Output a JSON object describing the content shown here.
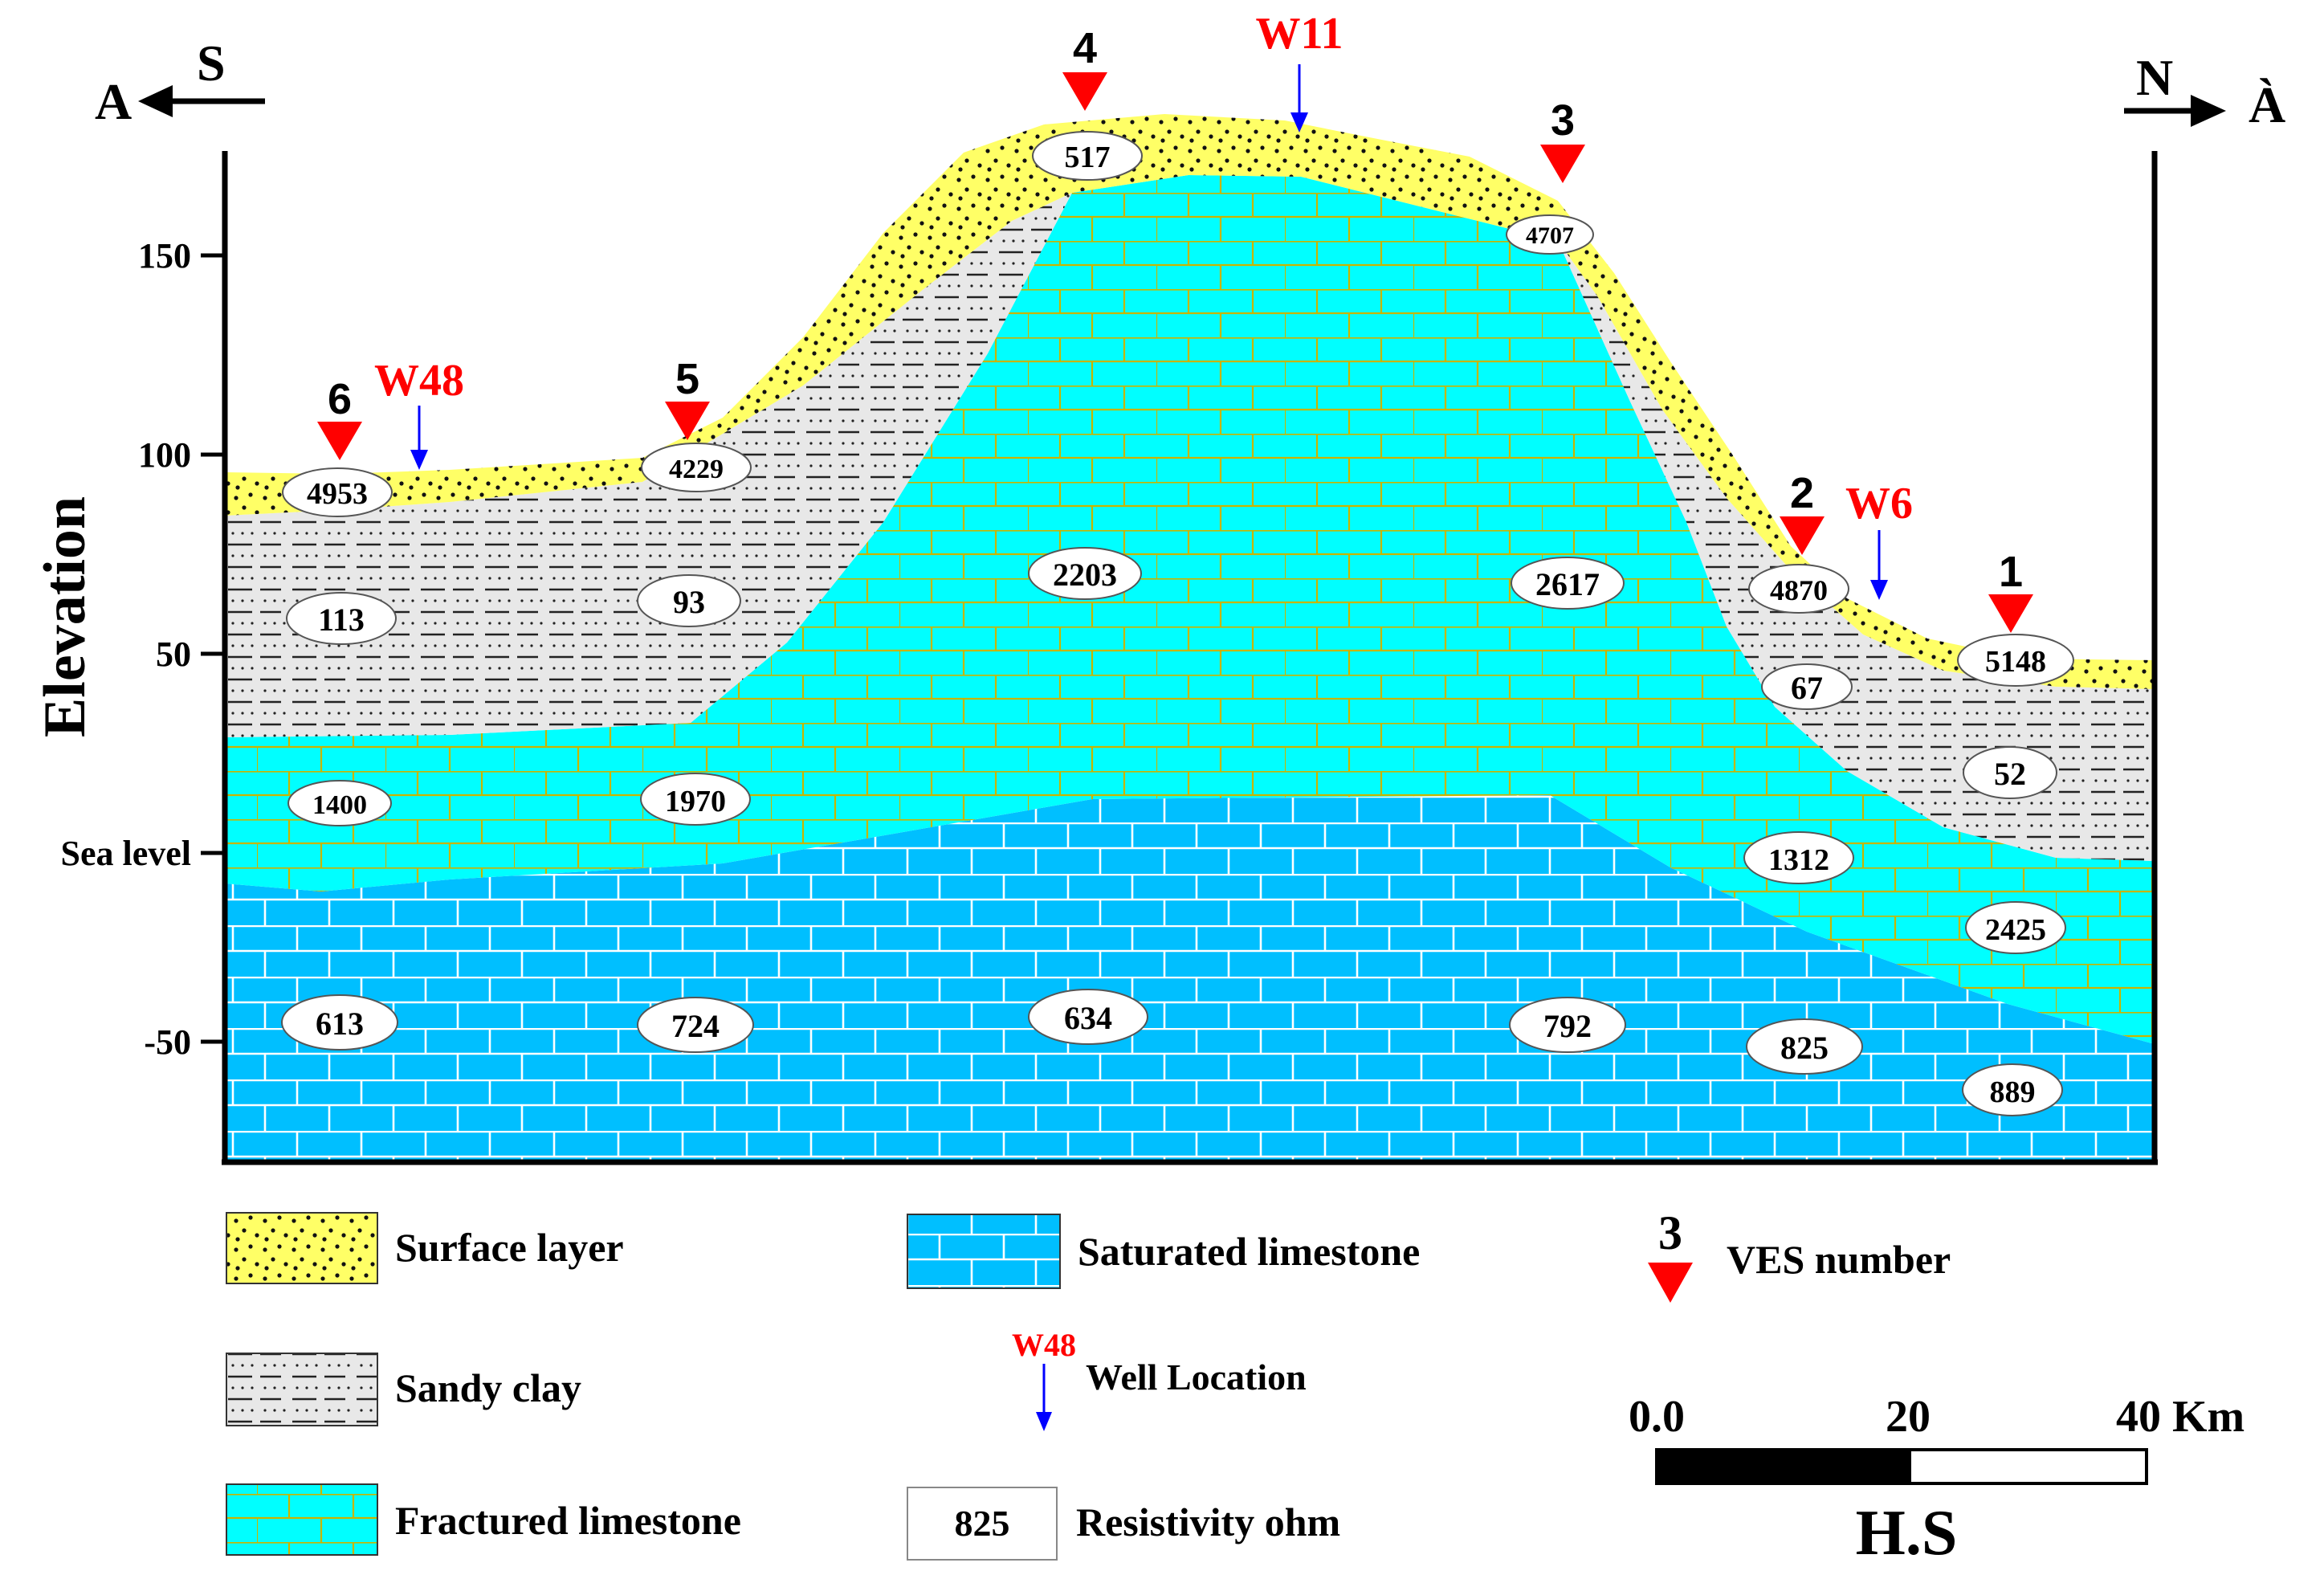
{
  "header": {
    "left_end": "A",
    "left_dir": "S",
    "right_end": "À",
    "right_dir": "N"
  },
  "axis": {
    "title": "Elevation",
    "ticks": [
      {
        "label": "150",
        "value": 150
      },
      {
        "label": "100",
        "value": 100
      },
      {
        "label": "50",
        "value": 50
      },
      {
        "label": "Sea level",
        "value": 0
      },
      {
        "label": "-50",
        "value": -50
      }
    ]
  },
  "ves_points": [
    {
      "number": "6",
      "name": "6"
    },
    {
      "number": "5",
      "name": "5"
    },
    {
      "number": "4",
      "name": "4"
    },
    {
      "number": "3",
      "name": "3"
    },
    {
      "number": "2",
      "name": "2"
    },
    {
      "number": "1",
      "name": "1"
    }
  ],
  "wells": [
    {
      "label": "W48"
    },
    {
      "label": "W11"
    },
    {
      "label": "W6"
    }
  ],
  "resistivity": {
    "surface": [
      "4953",
      "4229",
      "517",
      "4707",
      "4870",
      "5148"
    ],
    "sandy_clay": [
      "113",
      "93",
      "67",
      "52"
    ],
    "fractured": [
      "1400",
      "1970",
      "2203",
      "2617",
      "1312",
      "2425"
    ],
    "saturated": [
      "613",
      "724",
      "634",
      "792",
      "825",
      "889"
    ]
  },
  "legend": {
    "surface_layer": "Surface layer",
    "sandy_clay": "Sandy clay",
    "fractured_limestone": "Fractured limestone",
    "saturated_limestone": "Saturated limestone",
    "well_symbol_label": "W48",
    "well_location": "Well Location",
    "resistivity_sample": "825",
    "resistivity_label": "Resistivity ohm",
    "ves_sample": "3",
    "ves_label": "VES number"
  },
  "scale": {
    "ticks": [
      "0.0",
      "20",
      "40 Km"
    ],
    "caption": "H.S"
  },
  "colors": {
    "surface": "#ffff66",
    "sandy_clay": "#e8e8e8",
    "fractured": "#00ffff",
    "fractured_lines": "#c8b400",
    "saturated": "#00bfff",
    "well_label": "#ff0000",
    "well_arrow": "#0000ff",
    "ves_triangle": "#ff0000"
  }
}
